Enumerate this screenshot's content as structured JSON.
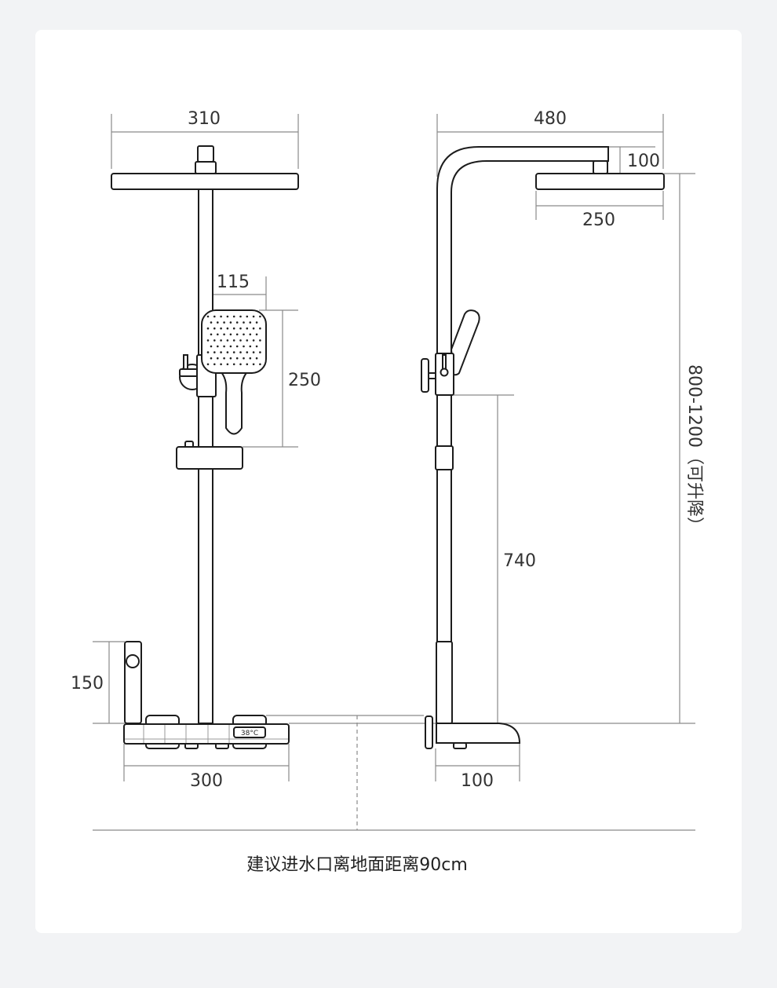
{
  "dimensions": {
    "front_head_width": "310",
    "front_handheld_width": "115",
    "front_handheld_height": "250",
    "front_mixer_height": "150",
    "front_base_width": "300",
    "side_arm_length": "480",
    "side_arm_drop": "100",
    "side_head_width": "250",
    "side_slider_height": "740",
    "side_adjustable_height": "800-1200（可升降）",
    "side_base_depth": "100"
  },
  "display_temperature": "38°C",
  "caption": "建议进水口离地面距离90cm"
}
